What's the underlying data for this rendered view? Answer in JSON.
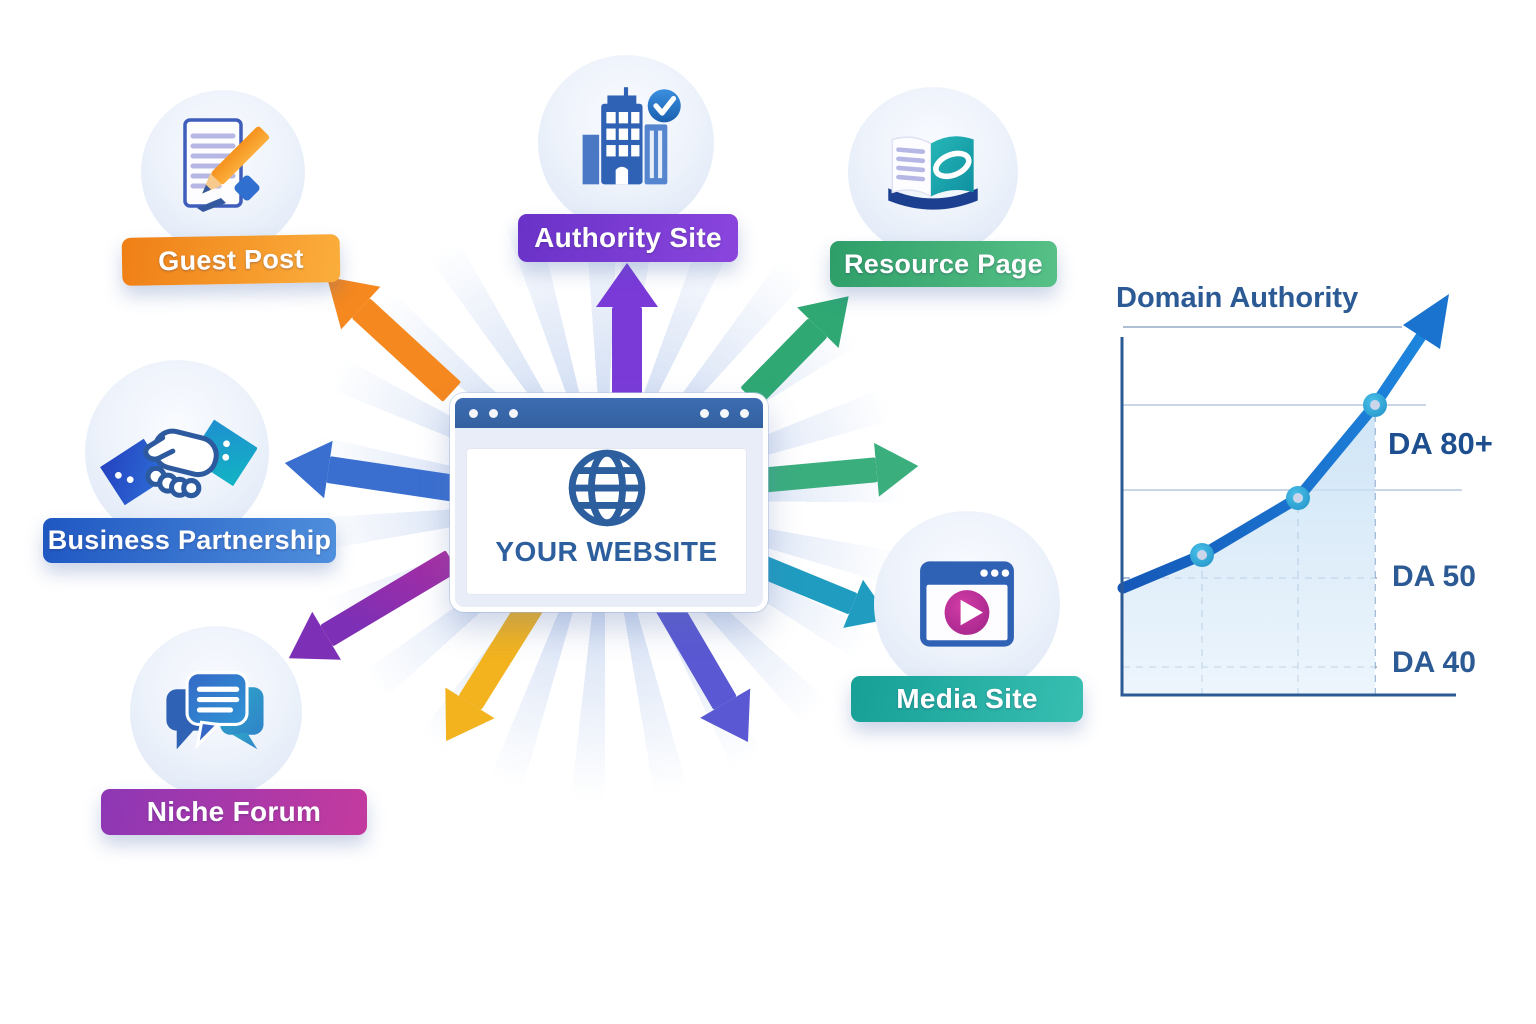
{
  "diagram": {
    "center": {
      "title": "YOUR WEBSITE",
      "icon": "globe-icon",
      "titlebar_color": "#33619f"
    },
    "nodes": [
      {
        "id": "guest_post",
        "label": "Guest Post",
        "icon": "document-pencil-icon",
        "ribbon_colors": [
          "#ef7f16",
          "#fbae3c"
        ]
      },
      {
        "id": "authority_site",
        "label": "Authority Site",
        "icon": "building-check-icon",
        "ribbon_colors": [
          "#6a32c8",
          "#8a45dd"
        ]
      },
      {
        "id": "resource_page",
        "label": "Resource Page",
        "icon": "open-book-icon",
        "ribbon_colors": [
          "#2e9e68",
          "#57c187"
        ]
      },
      {
        "id": "business_partnership",
        "label": "Business Partnership",
        "icon": "handshake-icon",
        "ribbon_colors": [
          "#1f57c2",
          "#4f8fdc"
        ]
      },
      {
        "id": "niche_forum",
        "label": "Niche Forum",
        "icon": "chat-bubbles-icon",
        "ribbon_colors": [
          "#8d37b5",
          "#c43a9e"
        ]
      },
      {
        "id": "media_site",
        "label": "Media Site",
        "icon": "video-player-icon",
        "ribbon_colors": [
          "#16a096",
          "#38bfb2"
        ]
      }
    ],
    "arrows": {
      "guest_post": {
        "color": "#f5881f"
      },
      "authority_site": {
        "color": "#7a3ad8"
      },
      "resource_page": {
        "color": "#2fa874"
      },
      "green_right": {
        "color": "#3bae7e"
      },
      "media_site": {
        "color": "#1f9cc0"
      },
      "indigo_down": {
        "color": "#5a58d2"
      },
      "gold_down": {
        "color": "#f2b31f"
      },
      "business_partnership": {
        "color": "#3a6fd0"
      },
      "niche_forum": {
        "color_start": "#7d2fb5",
        "color_end": "#cc2d92"
      }
    }
  },
  "chart_data": {
    "type": "line",
    "title": "Domain Authority",
    "xlabel": "",
    "ylabel": "",
    "x": [
      0,
      1,
      2,
      3
    ],
    "values": [
      48,
      55,
      65,
      80
    ],
    "trend": "increasing, line ends in an upward arrow beyond DA 80",
    "reference_levels": [
      {
        "label": "DA 40",
        "value": 40
      },
      {
        "label": "DA 50",
        "value": 50
      },
      {
        "label": "DA 80+",
        "value": 80
      }
    ],
    "grid": "horizontal solid gridlines plus dashed reference lines; vertical dashed guides at data points",
    "legend": "none",
    "line_color": "#1767c8",
    "marker_color": "#2ea3d4",
    "area_fill": "#cfe4f7",
    "axis_color": "#2b5a94"
  }
}
